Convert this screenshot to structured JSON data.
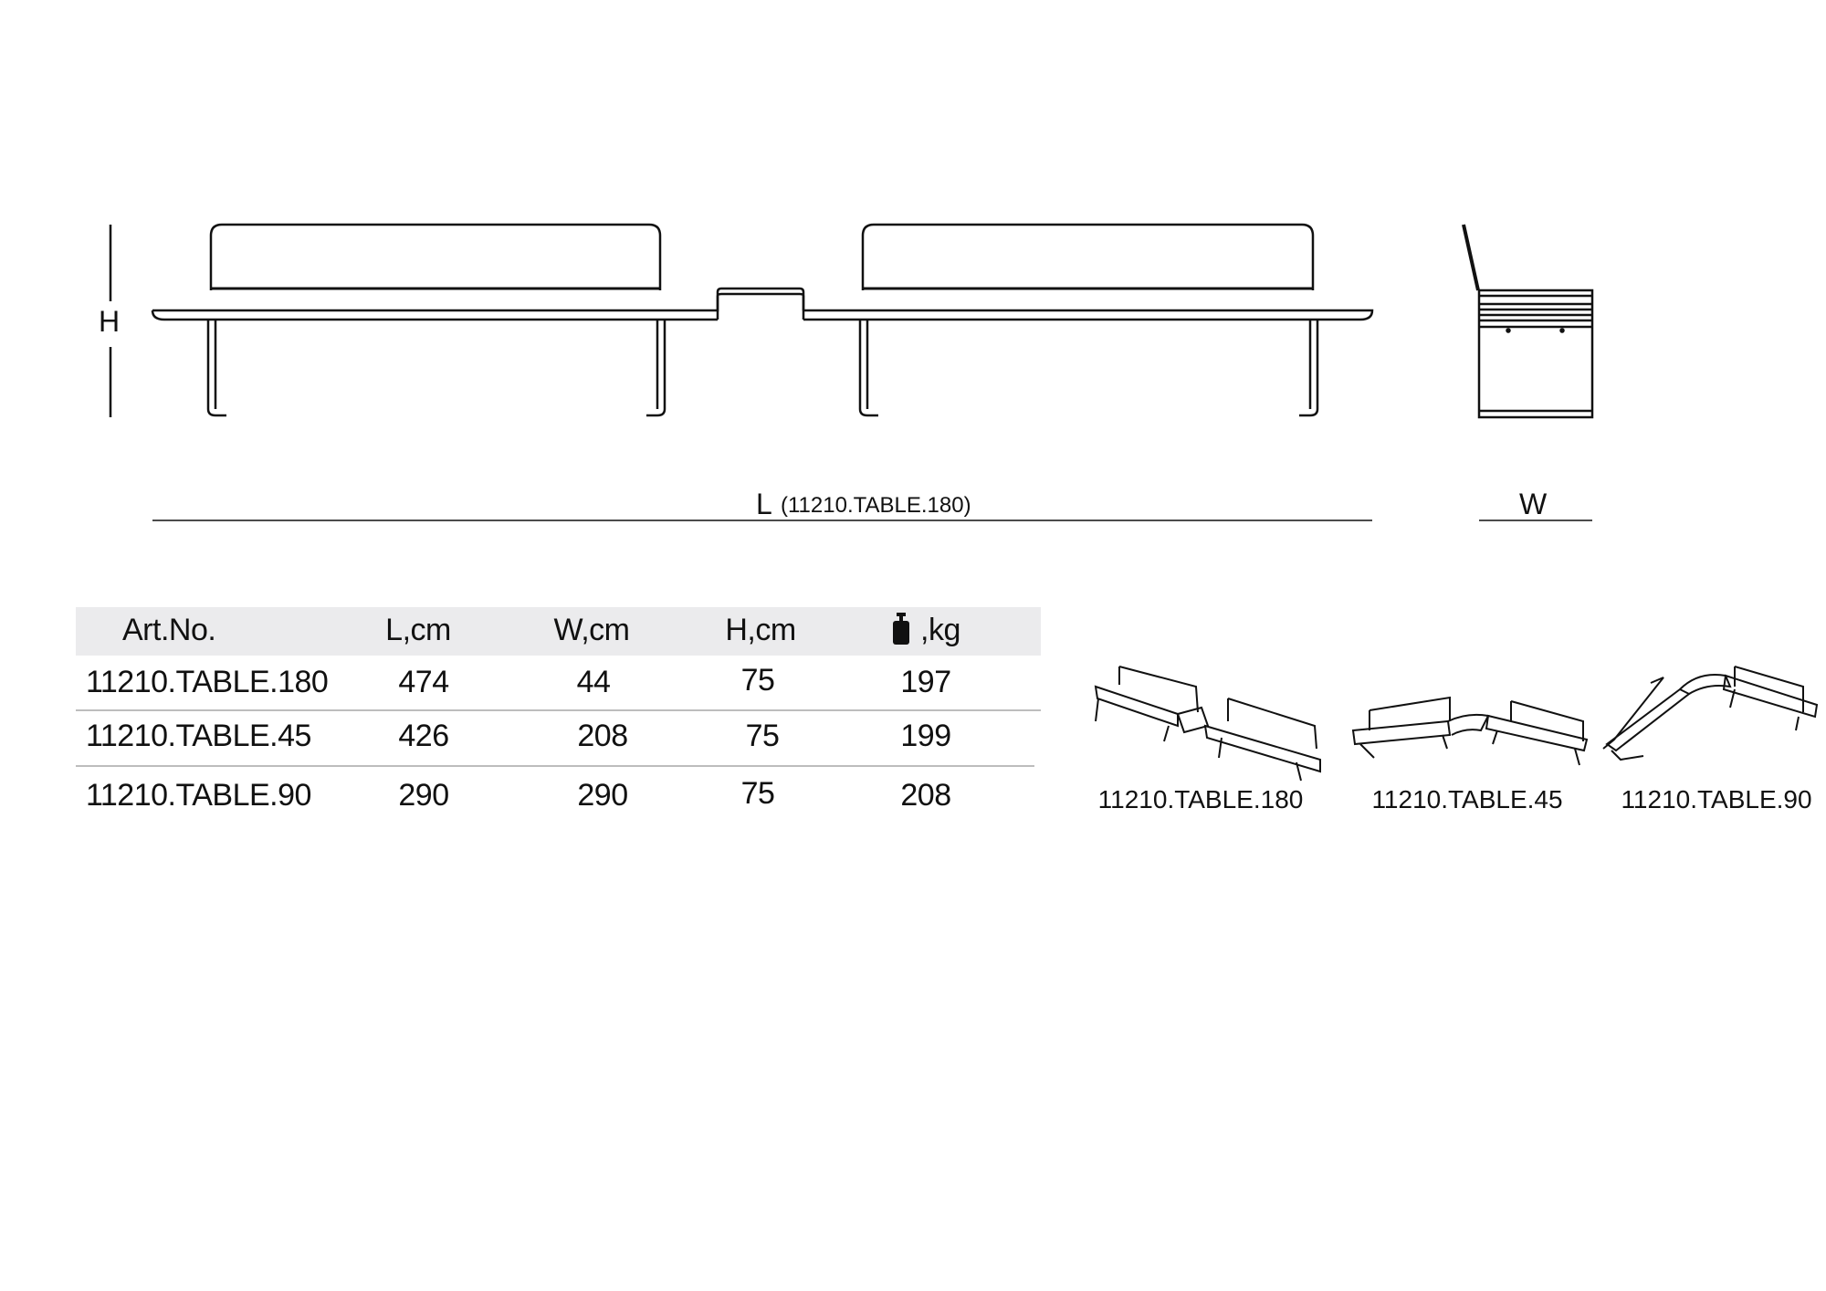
{
  "dimensions": {
    "height_label": "H",
    "length_label": "L",
    "length_note": "(11210.TABLE.180)",
    "width_label": "W"
  },
  "table": {
    "headers": [
      "Art.No.",
      "L,cm",
      "W,cm",
      "H,cm",
      ",kg"
    ],
    "weight_icon": "weight-icon",
    "rows": [
      {
        "art_no": "11210.TABLE.180",
        "l": "474",
        "w": "44",
        "h": "75",
        "kg": "197"
      },
      {
        "art_no": "11210.TABLE.45",
        "l": "426",
        "w": "208",
        "h": "75",
        "kg": "199"
      },
      {
        "art_no": "11210.TABLE.90",
        "l": "290",
        "w": "290",
        "h": "75",
        "kg": "208"
      }
    ]
  },
  "configurations": [
    {
      "label": "11210.TABLE.180"
    },
    {
      "label": "11210.TABLE.45"
    },
    {
      "label": "11210.TABLE.90"
    }
  ],
  "colors": {
    "header_bg": "#ebebed",
    "line": "#111111",
    "divider": "#bdbdbd"
  }
}
